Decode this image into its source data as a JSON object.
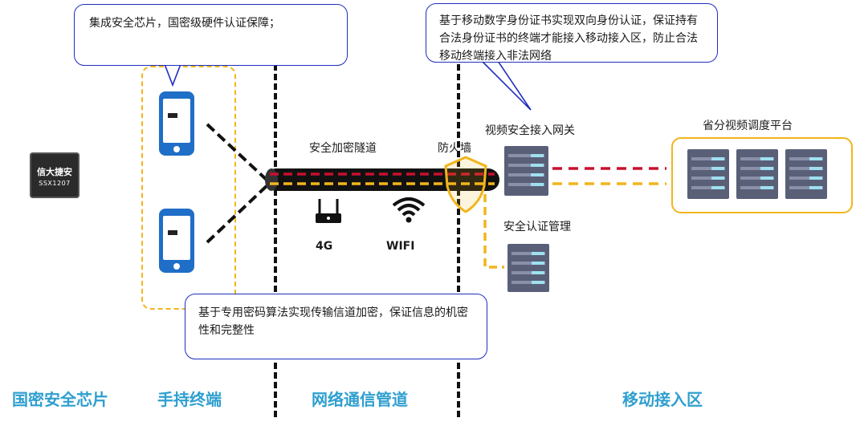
{
  "callouts": {
    "chip": "集成安全芯片，国密级硬件认证保障；",
    "gateway": "基于移动数字身份证书实现双向身份认证，保证持有合法身份证书的终端才能接入移动接入区，防止合法移动终端接入非法网络",
    "tunnel": "基于专用密码算法实现传输信道加密，保证信息的机密性和完整性"
  },
  "labels": {
    "tunnel": "安全加密隧道",
    "firewall": "防火墙",
    "gateway": "视频安全接入网关",
    "platform": "省分视频调度平台",
    "auth": "安全认证管理",
    "net_4g": "4G",
    "net_wifi": "WIFI"
  },
  "chip": {
    "line1": "信大捷安",
    "line2": "SSX1207"
  },
  "zones": {
    "chip": "国密安全芯片",
    "terminal": "手持终端",
    "network": "网络通信管道",
    "access": "移动接入区"
  },
  "icons": [
    "chip-icon",
    "phone-icon",
    "router-icon",
    "wifi-icon",
    "shield-icon",
    "server-icon"
  ],
  "colors": {
    "zone_label": "#2f9fcf",
    "callout_border": "#1f2fbf",
    "yellow": "#f2b51c",
    "red_line": "#c8102e"
  }
}
